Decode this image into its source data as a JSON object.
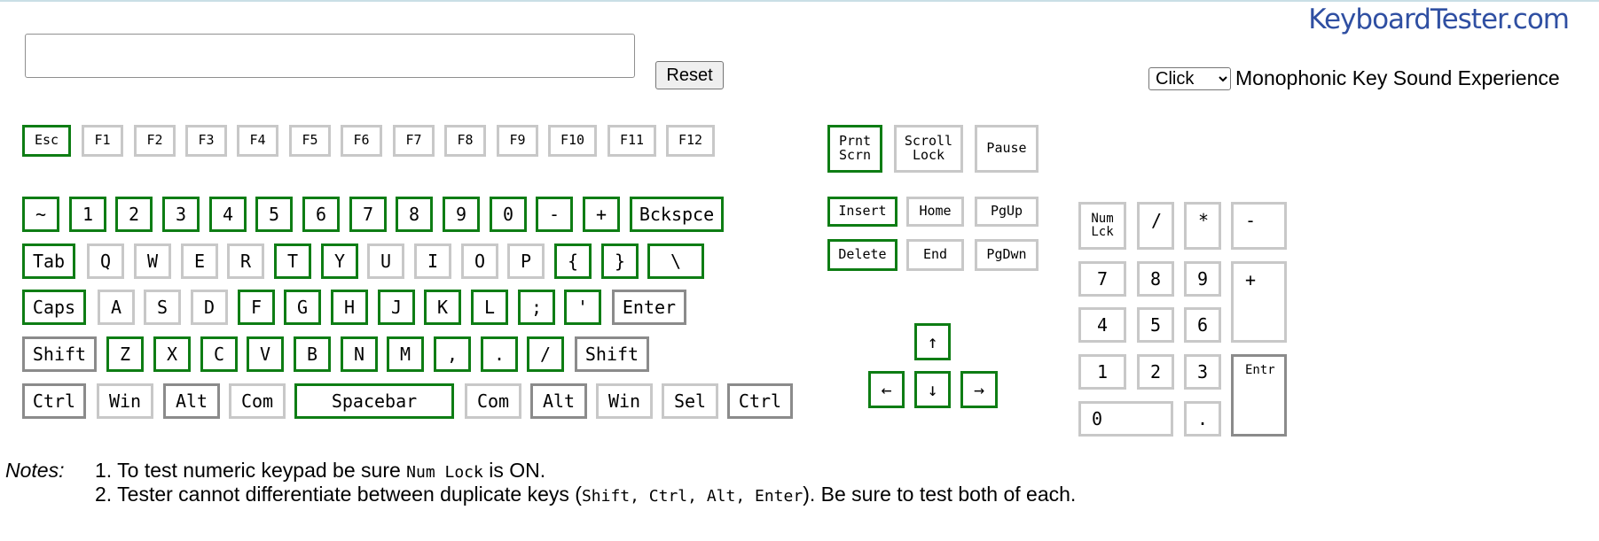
{
  "brand": "KeyboardTester.com",
  "controls": {
    "textarea_value": "",
    "reset_label": "Reset",
    "sound_selected": "Click",
    "sound_label": "Monophonic Key Sound Experience"
  },
  "colors": {
    "pressed": "#0e7d14",
    "unpressed": "#c8c8c8",
    "modifier": "#8b8b8b",
    "brand": "#2f4fa2"
  },
  "keys": {
    "esc": "Esc",
    "f1": "F1",
    "f2": "F2",
    "f3": "F3",
    "f4": "F4",
    "f5": "F5",
    "f6": "F6",
    "f7": "F7",
    "f8": "F8",
    "f9": "F9",
    "f10": "F10",
    "f11": "F11",
    "f12": "F12",
    "prntscrn": "Prnt\nScrn",
    "scrolllock": "Scroll\nLock",
    "pause": "Pause",
    "tilde": "~",
    "n1": "1",
    "n2": "2",
    "n3": "3",
    "n4": "4",
    "n5": "5",
    "n6": "6",
    "n7": "7",
    "n8": "8",
    "n9": "9",
    "n0": "0",
    "minus": "-",
    "plus": "+",
    "backspace": "Bckspce",
    "tab": "Tab",
    "q": "Q",
    "w": "W",
    "e": "E",
    "r": "R",
    "t": "T",
    "y": "Y",
    "u": "U",
    "i": "I",
    "o": "O",
    "p": "P",
    "lbrace": "{",
    "rbrace": "}",
    "backslash": "\\",
    "caps": "Caps",
    "a": "A",
    "s": "S",
    "d": "D",
    "f": "F",
    "g": "G",
    "h": "H",
    "j": "J",
    "k": "K",
    "l": "L",
    "semicolon": ";",
    "quote": "'",
    "enter": "Enter",
    "lshift": "Shift",
    "z": "Z",
    "x": "X",
    "c": "C",
    "v": "V",
    "b": "B",
    "n": "N",
    "m": "M",
    "comma": ",",
    "period": ".",
    "slash": "/",
    "rshift": "Shift",
    "lctrl": "Ctrl",
    "lwin": "Win",
    "lalt": "Alt",
    "lcom": "Com",
    "space": "Spacebar",
    "rcom": "Com",
    "ralt": "Alt",
    "rwin": "Win",
    "sel": "Sel",
    "rctrl": "Ctrl",
    "insert": "Insert",
    "home": "Home",
    "pgup": "PgUp",
    "delete": "Delete",
    "end": "End",
    "pgdwn": "PgDwn",
    "up": "↑",
    "left": "←",
    "down": "↓",
    "right": "→",
    "numlock": "Num\nLck",
    "kp_div": "/",
    "kp_mul": "*",
    "kp_minus": "-",
    "kp7": "7",
    "kp8": "8",
    "kp9": "9",
    "kp_plus": "+",
    "kp4": "4",
    "kp5": "5",
    "kp6": "6",
    "kp1": "1",
    "kp2": "2",
    "kp3": "3",
    "kp_enter": "Entr",
    "kp0": "0",
    "kp_dot": "."
  },
  "notes": {
    "label": "Notes:",
    "line1_a": "1. To test numeric keypad be sure ",
    "line1_code": "Num Lock",
    "line1_b": " is ON.",
    "line2_a": "2. Tester cannot differentiate between duplicate keys (",
    "line2_code": "Shift, Ctrl, Alt, Enter",
    "line2_b": "). Be sure to test both of each."
  }
}
